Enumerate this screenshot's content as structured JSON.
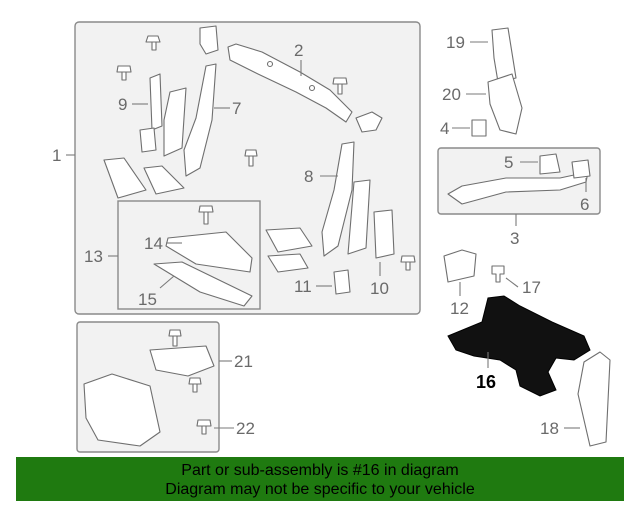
{
  "callouts": {
    "c1": "1",
    "c2": "2",
    "c3": "3",
    "c4": "4",
    "c5": "5",
    "c6": "6",
    "c7": "7",
    "c8": "8",
    "c9": "9",
    "c10": "10",
    "c11": "11",
    "c12": "12",
    "c13": "13",
    "c14": "14",
    "c15": "15",
    "c16": "16",
    "c17": "17",
    "c18": "18",
    "c19": "19",
    "c20": "20",
    "c21": "21",
    "c22": "22"
  },
  "highlighted_part": "16",
  "colors": {
    "banner_background": "#1f7a10",
    "highlight_part": "#111111"
  },
  "banner": {
    "line1": "Part or sub-assembly is #16 in diagram",
    "line2": "Diagram may not be specific to your vehicle"
  }
}
